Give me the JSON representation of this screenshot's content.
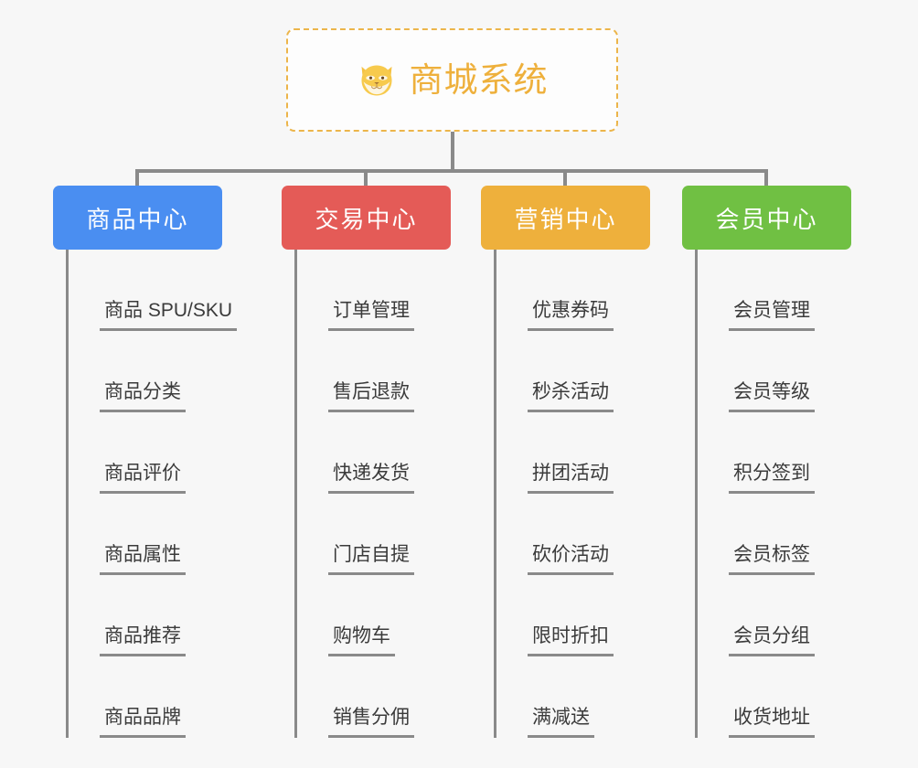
{
  "diagram": {
    "type": "org-tree",
    "background_color": "#f7f7f7",
    "root": {
      "title": "商城系统",
      "icon": "shiba-dog-icon",
      "text_color": "#eeb03c",
      "border_color": "#ecb54a",
      "background_color": "#fdfdfd"
    },
    "connector_color": "#8a8a8a",
    "columns": [
      {
        "label": "商品中心",
        "color": "#4a8ef1",
        "items": [
          {
            "label": "商品 SPU/SKU"
          },
          {
            "label": "商品分类"
          },
          {
            "label": "商品评价"
          },
          {
            "label": "商品属性"
          },
          {
            "label": "商品推荐"
          },
          {
            "label": "商品品牌"
          }
        ]
      },
      {
        "label": "交易中心",
        "color": "#e45b57",
        "items": [
          {
            "label": "订单管理"
          },
          {
            "label": "售后退款"
          },
          {
            "label": "快递发货"
          },
          {
            "label": "门店自提"
          },
          {
            "label": "购物车"
          },
          {
            "label": "销售分佣"
          }
        ]
      },
      {
        "label": "营销中心",
        "color": "#eeb03c",
        "items": [
          {
            "label": "优惠券码"
          },
          {
            "label": "秒杀活动"
          },
          {
            "label": "拼团活动"
          },
          {
            "label": "砍价活动"
          },
          {
            "label": "限时折扣"
          },
          {
            "label": "满减送"
          }
        ]
      },
      {
        "label": "会员中心",
        "color": "#70c043",
        "items": [
          {
            "label": "会员管理"
          },
          {
            "label": "会员等级"
          },
          {
            "label": "积分签到"
          },
          {
            "label": "会员标签"
          },
          {
            "label": "会员分组"
          },
          {
            "label": "收货地址"
          }
        ]
      }
    ]
  }
}
